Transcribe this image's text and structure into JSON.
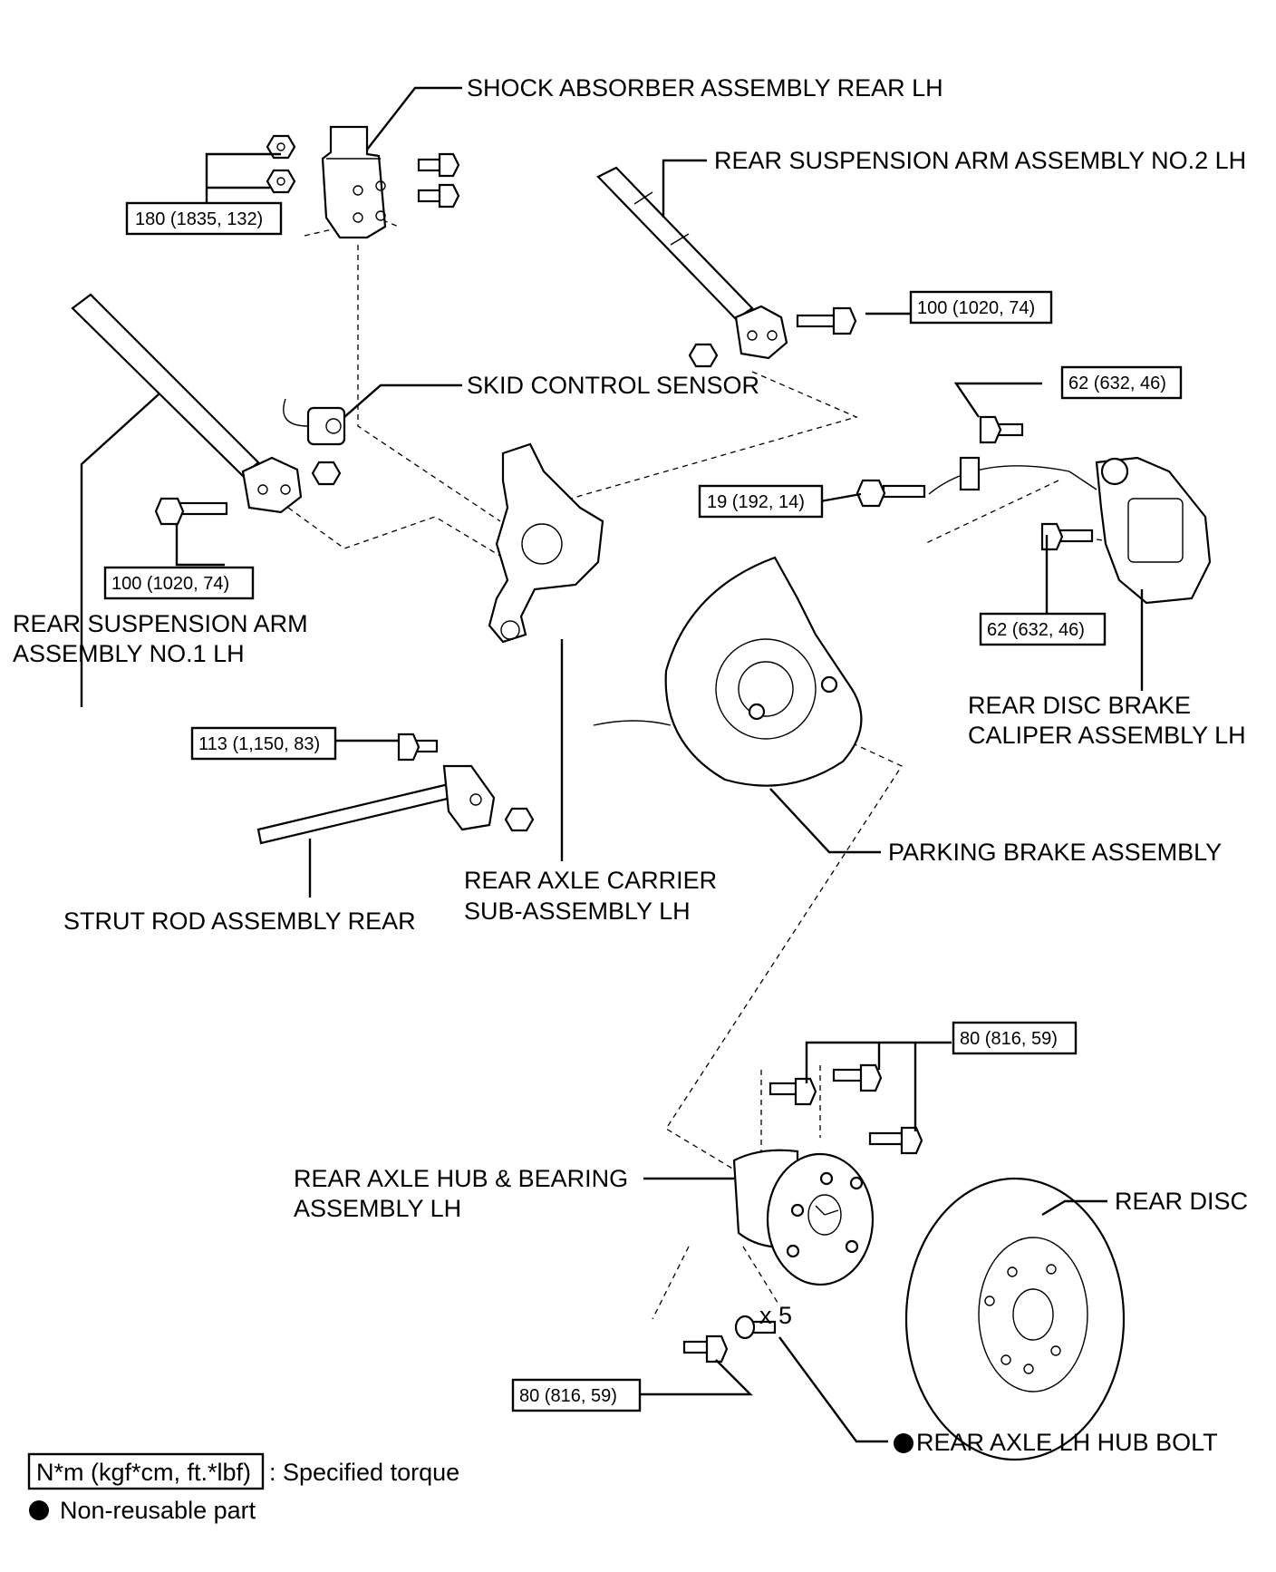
{
  "labels": {
    "shock_absorber": "SHOCK ABSORBER ASSEMBLY REAR LH",
    "arm_no2": "REAR SUSPENSION ARM ASSEMBLY NO.2 LH",
    "skid_sensor": "SKID CONTROL SENSOR",
    "arm_no1_line1": "REAR SUSPENSION ARM",
    "arm_no1_line2": "ASSEMBLY NO.1 LH",
    "caliper_line1": "REAR DISC BRAKE",
    "caliper_line2": "CALIPER ASSEMBLY LH",
    "parking_brake": "PARKING BRAKE ASSEMBLY",
    "strut_rod": "STRUT ROD ASSEMBLY REAR",
    "carrier_line1": "REAR AXLE CARRIER",
    "carrier_line2": "SUB-ASSEMBLY LH",
    "hub_line1": "REAR AXLE HUB & BEARING",
    "hub_line2": "ASSEMBLY LH",
    "rear_disc": "REAR DISC",
    "hub_bolt": "REAR AXLE LH HUB BOLT",
    "qty": "x 5"
  },
  "torques": {
    "shock": "180 (1835, 132)",
    "arm_no2": "100 (1020, 74)",
    "caliper_top": "62 (632, 46)",
    "sensor_bolt": "19 (192, 14)",
    "arm_no1": "100 (1020, 74)",
    "caliper_bottom": "62 (632, 46)",
    "strut_rod": "113 (1,150, 83)",
    "hub_top": "80 (816, 59)",
    "hub_bottom": "80 (816, 59)"
  },
  "legend": {
    "torque_box": "N*m (kgf*cm, ft.*lbf)",
    "torque_desc": ": Specified torque",
    "nonreusable": "Non-reusable part"
  }
}
